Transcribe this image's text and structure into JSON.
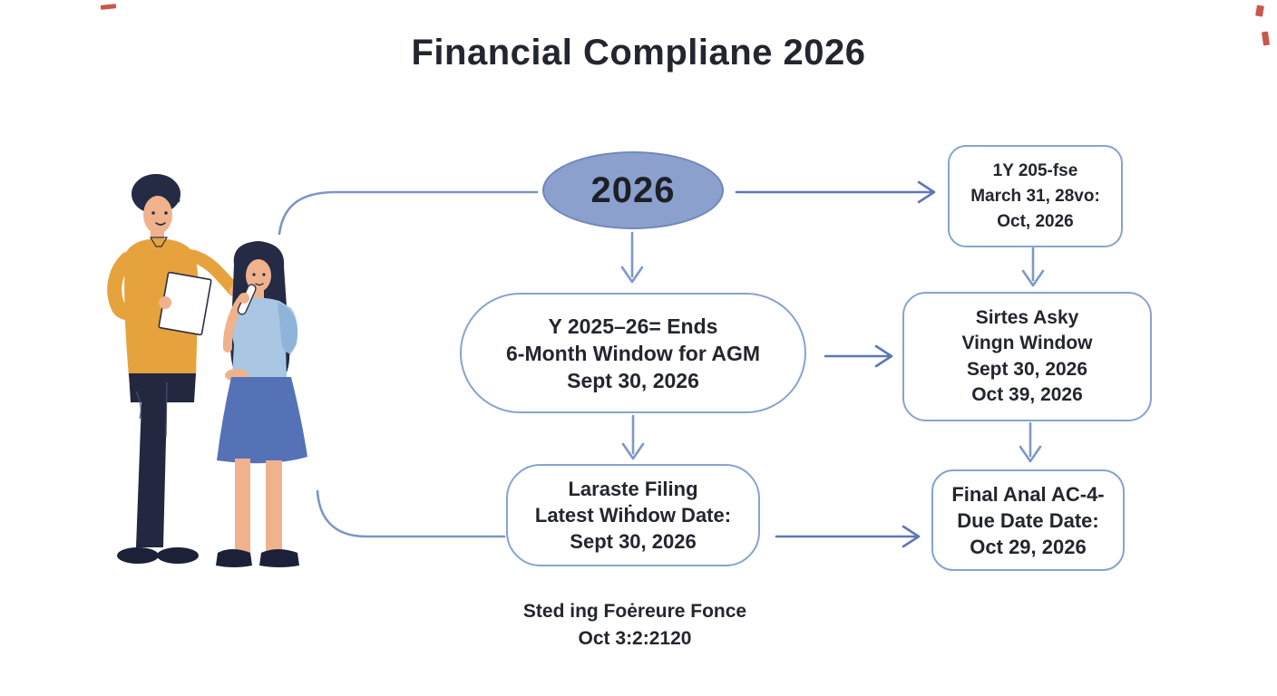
{
  "title": "Financial Compliane 2026",
  "colors": {
    "page_bg": "#ffffff",
    "text": "#23262f",
    "box_border": "#87a3cf",
    "ellipse_fill": "#8ba0cd",
    "ellipse_border": "#7187ba",
    "arrow_dark": "#5d77b5",
    "arrow_light": "#7d99c9",
    "curve": "#7c95c5",
    "red_mark": "#c0392b",
    "hair": "#252a45",
    "skin": "#f0b28c",
    "sweater": "#e6a23c",
    "pants": "#23273f",
    "tee": "#a9c6e3",
    "tee_sleeve": "#8fb4d9",
    "skirt": "#5572b7",
    "shoe": "#1c2038",
    "outline": "#2a2e44",
    "paper": "#ffffff"
  },
  "nodes": {
    "year": {
      "label": "2026"
    },
    "fy_end": {
      "lines": [
        "1Y 205-fse",
        "March 31, 28vo:",
        "Oct, 2026"
      ]
    },
    "agm_window": {
      "lines": [
        "Y 2025–26= Ends",
        "6-Month Window for AGM",
        "Sept 30, 2026"
      ]
    },
    "filing_window": {
      "lines": [
        "Sirtes Asky",
        "Vingn Window",
        "Sept 30, 2026",
        "Oct 39, 2026"
      ]
    },
    "latest_filing": {
      "lines": [
        "Laraste Filing",
        "Latest Wiḣdow Date:",
        "Sept 30, 2026"
      ]
    },
    "final_due": {
      "lines": [
        "Final Anal AC-4-",
        "Due Date Date:",
        "Oct 29, 2026"
      ]
    }
  },
  "footnote": {
    "lines": [
      "Sted ing Foėreure Fonce",
      "Oct 3:2:2120"
    ]
  }
}
